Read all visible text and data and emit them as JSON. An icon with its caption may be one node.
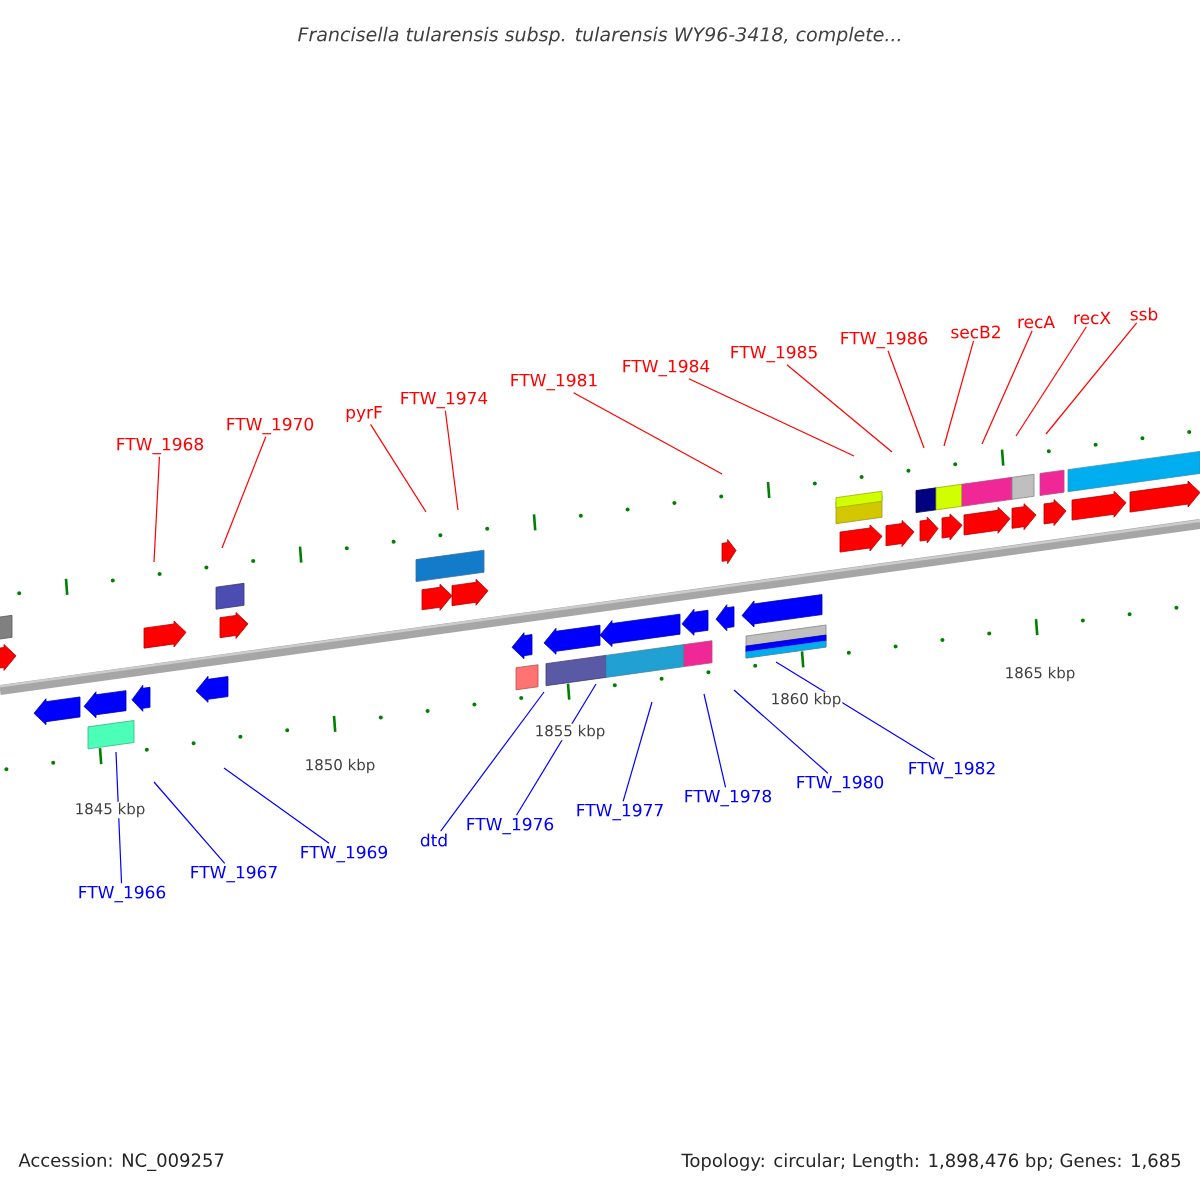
{
  "diagram": {
    "title": "Francisella tularensis subsp. tularensis WY96-3418, complete...",
    "nodes": [
      {
        "text": [
          "FTW_1968"
        ]
      },
      {
        "text": [
          "FTW_1970"
        ]
      },
      {
        "text": [
          "pyrF"
        ]
      },
      {
        "text": [
          "FTW_1974"
        ]
      },
      {
        "text": [
          "FTW_1981"
        ]
      },
      {
        "text": [
          "FTW_1984"
        ]
      },
      {
        "text": [
          "FTW_1985"
        ]
      },
      {
        "text": [
          "FTW_1986"
        ]
      },
      {
        "text": [
          "secB2"
        ]
      },
      {
        "text": [
          "recA"
        ]
      },
      {
        "text": [
          "recX"
        ]
      },
      {
        "text": [
          "ssb"
        ]
      },
      {
        "text": [
          "FTW_1966"
        ]
      },
      {
        "text": [
          "FTW_1967"
        ]
      },
      {
        "text": [
          "FTW_1969"
        ]
      },
      {
        "text": [
          "dtd"
        ]
      },
      {
        "text": [
          "FTW_1976"
        ]
      },
      {
        "text": [
          "FTW_1977"
        ]
      },
      {
        "text": [
          "FTW_1978"
        ]
      },
      {
        "text": [
          "FTW_1980"
        ]
      },
      {
        "text": [
          "FTW_1982"
        ]
      }
    ],
    "edges": [
      {
        "from": 0,
        "to": null,
        "arrow": "none"
      },
      {
        "from": 1,
        "to": null,
        "arrow": "none"
      },
      {
        "from": 2,
        "to": null,
        "arrow": "none"
      },
      {
        "from": 3,
        "to": null,
        "arrow": "none"
      },
      {
        "from": 4,
        "to": null,
        "arrow": "none"
      },
      {
        "from": 5,
        "to": null,
        "arrow": "none"
      },
      {
        "from": 6,
        "to": null,
        "arrow": "none"
      },
      {
        "from": 7,
        "to": null,
        "arrow": "none"
      },
      {
        "from": 8,
        "to": null,
        "arrow": "none"
      },
      {
        "from": 9,
        "to": null,
        "arrow": "none"
      },
      {
        "from": 10,
        "to": null,
        "arrow": "none"
      },
      {
        "from": 11,
        "to": null,
        "arrow": "none"
      },
      {
        "from": 12,
        "to": null,
        "arrow": "none",
        "color": "#0000ff"
      },
      {
        "from": 13,
        "to": null,
        "arrow": "none",
        "color": "#0000ff"
      },
      {
        "from": 14,
        "to": null,
        "arrow": "none",
        "color": "#0000ff"
      },
      {
        "from": 15,
        "to": null,
        "arrow": "none",
        "color": "#0000ff"
      },
      {
        "from": 16,
        "to": null,
        "arrow": "none",
        "color": "#0000ff"
      },
      {
        "from": 17,
        "to": null,
        "arrow": "none",
        "color": "#0000ff"
      },
      {
        "from": 18,
        "to": null,
        "arrow": "none",
        "color": "#0000ff"
      },
      {
        "from": 19,
        "to": null,
        "arrow": "none",
        "color": "#0000ff"
      },
      {
        "from": 20,
        "to": null,
        "arrow": "none",
        "color": "#0000ff"
      }
    ],
    "labels": [
      "1845 kbp",
      "1850 kbp",
      "1855 kbp",
      "1860 kbp",
      "1865 kbp",
      "Accession: NC_009257",
      "Topology: circular; Length: 1,898,476 bp; Genes: 1,685"
    ]
  }
}
